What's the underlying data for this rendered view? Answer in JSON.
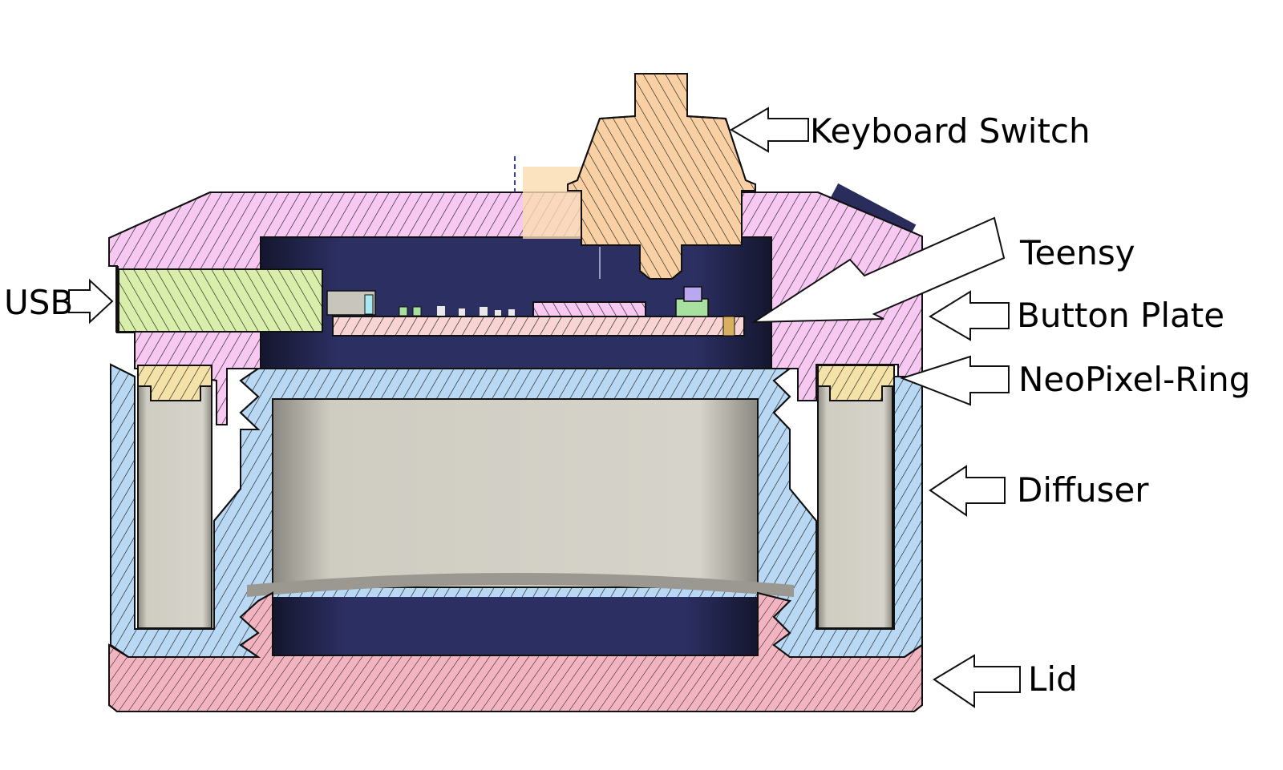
{
  "diagram": {
    "title": "Cross-section of keyboard-switch lamp assembly",
    "labels": {
      "keyboard_switch": "Keyboard Switch",
      "teensy": "Teensy",
      "usb": "USB",
      "button_plate": "Button Plate",
      "neopixel_ring": "NeoPixel-Ring",
      "diffuser": "Diffuser",
      "lid": "Lid"
    },
    "colors": {
      "button_plate": "#f6c8f2",
      "keyboard_switch": "#f8d0a4",
      "usb_connector": "#d8eeaa",
      "pcb": "#f8d4d4",
      "neopixel_ring": "#f4e2a8",
      "diffuser": "#b8d8f4",
      "lid": "#f2b4c0",
      "cavity_dark": "#2a2d5c",
      "cavity_light": "#d4d2c8",
      "hatch": "#111111"
    }
  }
}
